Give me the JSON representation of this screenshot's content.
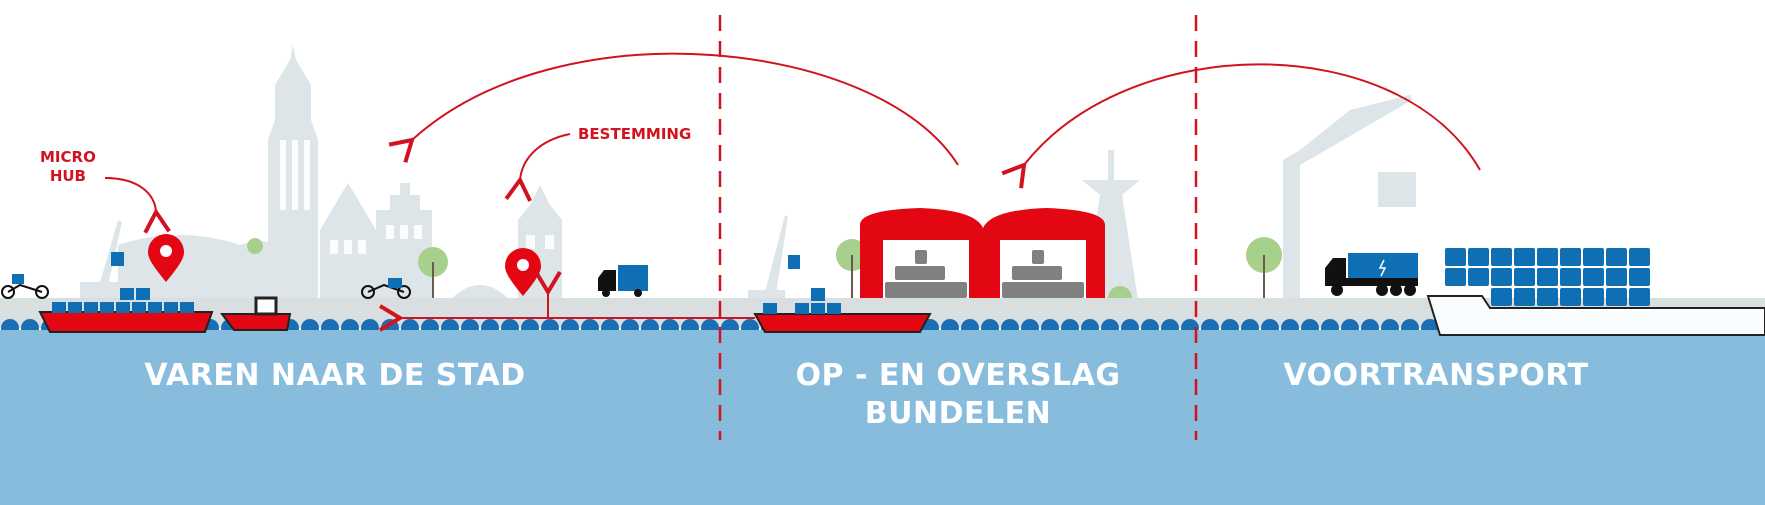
{
  "annotations": {
    "micro_hub": [
      "MICRO",
      "HUB"
    ],
    "destination": "BESTEMMING"
  },
  "sections": [
    {
      "lines": [
        "VAREN NAAR DE STAD"
      ]
    },
    {
      "lines": [
        "OP - EN OVERSLAG",
        "BUNDELEN"
      ]
    },
    {
      "lines": [
        "VOORTRANSPORT"
      ]
    }
  ],
  "colors": {
    "accent_red": "#e30613",
    "container_blue": "#0f6fb5",
    "water": "#87bcdc",
    "wave": "#1a6fb4",
    "skyline": "#dde5e8",
    "ground": "#d9dfe0",
    "tree": "#a8d08d",
    "crate": "#808080"
  },
  "icons": [
    "location-pin-icon",
    "cargo-bike-icon",
    "electric-truck-icon",
    "crane-icon",
    "tree-icon",
    "container-ship-icon",
    "warehouse-icon"
  ]
}
